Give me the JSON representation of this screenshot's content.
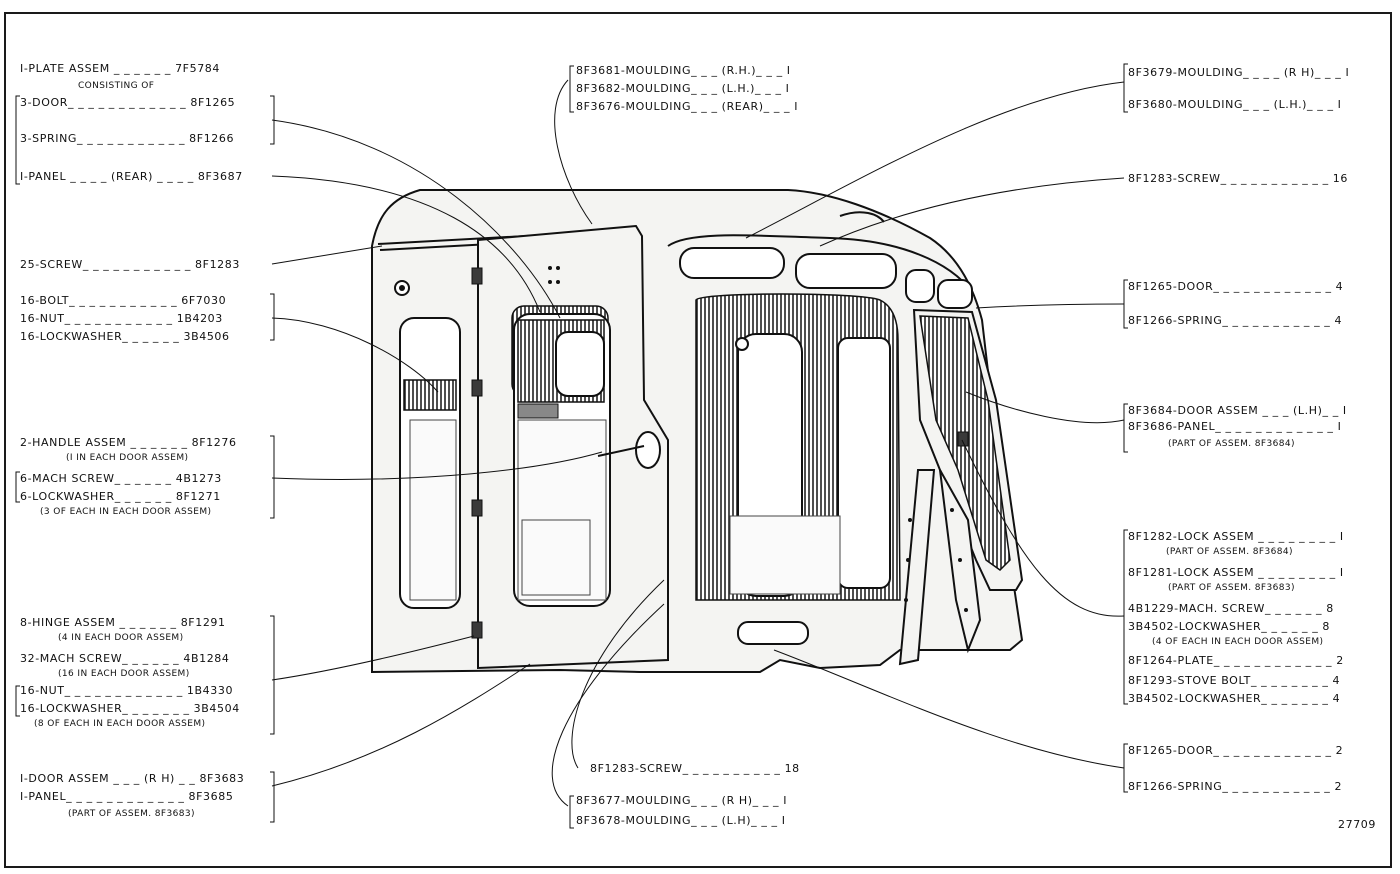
{
  "figure_number": "27709",
  "callouts": {
    "plate_assem": "I-PLATE ASSEM _ _ _ _ _ _ 7F5784",
    "consisting_of": "CONSISTING OF",
    "door_3": "3-DOOR_ _ _ _ _ _ _ _ _ _ _ _ 8F1265",
    "spring_3": "3-SPRING_ _ _ _ _ _ _ _ _ _ _ 8F1266",
    "panel_rear": "I-PANEL _ _ _ _ (REAR) _ _ _ _ 8F3687",
    "screw_25": "25-SCREW_ _ _ _ _ _ _ _ _ _ _ 8F1283",
    "bolt_16": "16-BOLT_ _ _ _ _ _ _ _ _ _ _ 6F7030",
    "nut_16a": "16-NUT_ _ _ _ _ _ _ _ _ _ _ 1B4203",
    "lockwasher_16a": "16-LOCKWASHER_ _ _ _ _ _ 3B4506",
    "handle_assem": "2-HANDLE ASSEM _ _ _ _ _ _ 8F1276",
    "handle_note": "(I IN EACH DOOR ASSEM)",
    "mach_screw_6": "6-MACH SCREW_ _ _ _ _ _ 4B1273",
    "lockwasher_6": "6-LOCKWASHER_ _ _ _ _ _ 8F1271",
    "each_3_note": "(3 OF EACH IN EACH DOOR ASSEM)",
    "hinge_assem": "8-HINGE ASSEM _ _ _ _ _ _ 8F1291",
    "hinge_note": "(4 IN EACH DOOR ASSEM)",
    "mach_screw_32": "32-MACH SCREW_ _ _ _ _ _ 4B1284",
    "mach_screw_32_note": "(16 IN EACH DOOR ASSEM)",
    "nut_16b": "16-NUT_ _ _ _ _ _ _ _ _ _ _ _ 1B4330",
    "lockwasher_16b": "16-LOCKWASHER_ _ _ _ _ _ _ 3B4504",
    "each_8_note": "(8 OF EACH IN EACH DOOR ASSEM)",
    "door_assem_rh": "I-DOOR ASSEM _ _ _ (R H) _ _ 8F3683",
    "panel_8f3685": "I-PANEL_ _ _ _ _ _ _ _ _ _ _ _ 8F3685",
    "panel_8f3685_note": "(PART OF ASSEM. 8F3683)",
    "moulding_3681": "8F3681-MOULDING_ _ _ (R.H.)_ _ _ I",
    "moulding_3682": "8F3682-MOULDING_ _ _ (L.H.)_ _ _ I",
    "moulding_3676": "8F3676-MOULDING_ _ _ (REAR)_ _ _ I",
    "screw_18": "8F1283-SCREW_ _ _ _ _ _ _ _ _ _ 18",
    "moulding_3677": "8F3677-MOULDING_ _ _ (R H)_ _ _ I",
    "moulding_3678": "8F3678-MOULDING_ _ _ (L.H)_ _ _ I",
    "moulding_3679": "8F3679-MOULDING_ _ _ _ (R H)_ _ _ I",
    "moulding_3680": "8F3680-MOULDING_ _ _ (L.H.)_ _ _ I",
    "screw_16": "8F1283-SCREW_ _ _ _ _ _ _ _ _ _ _ 16",
    "door_4": "8F1265-DOOR_ _ _ _ _ _ _ _ _ _ _ _ 4",
    "spring_4": "8F1266-SPRING_ _ _ _ _ _ _ _ _ _ _ 4",
    "door_assem_lh": "8F3684-DOOR ASSEM _ _ _ (L.H)_ _ I",
    "panel_8f3686": "8F3686-PANEL_ _ _ _ _ _ _ _ _ _ _ _ I",
    "panel_8f3686_note": "(PART OF ASSEM. 8F3684)",
    "lock_assem_8f1282": "8F1282-LOCK ASSEM _ _ _ _ _ _ _ _ I",
    "lock_8f1282_note": "(PART OF ASSEM. 8F3684)",
    "lock_assem_8f1281": "8F1281-LOCK ASSEM _ _ _ _ _ _ _ _ I",
    "lock_8f1281_note": "(PART OF ASSEM. 8F3683)",
    "mach_screw_4b1229": "4B1229-MACH. SCREW_ _ _ _ _ _ 8",
    "lockwasher_3b4502": "3B4502-LOCKWASHER_ _ _ _ _ _ 8",
    "each_4_note": "(4 OF EACH IN EACH DOOR ASSEM)",
    "plate_8f1264": "8F1264-PLATE_ _ _ _ _ _ _ _ _ _ _ _ 2",
    "stove_bolt": "8F1293-STOVE BOLT_ _ _ _ _ _ _ _ 4",
    "lockwasher_3b4502_b": "3B4502-LOCKWASHER_ _ _ _ _ _ _ 4",
    "door_2": "8F1265-DOOR_ _ _ _ _ _ _ _ _ _ _ _ 2",
    "spring_2": "8F1266-SPRING_ _ _ _ _ _ _ _ _ _ _ 2"
  }
}
